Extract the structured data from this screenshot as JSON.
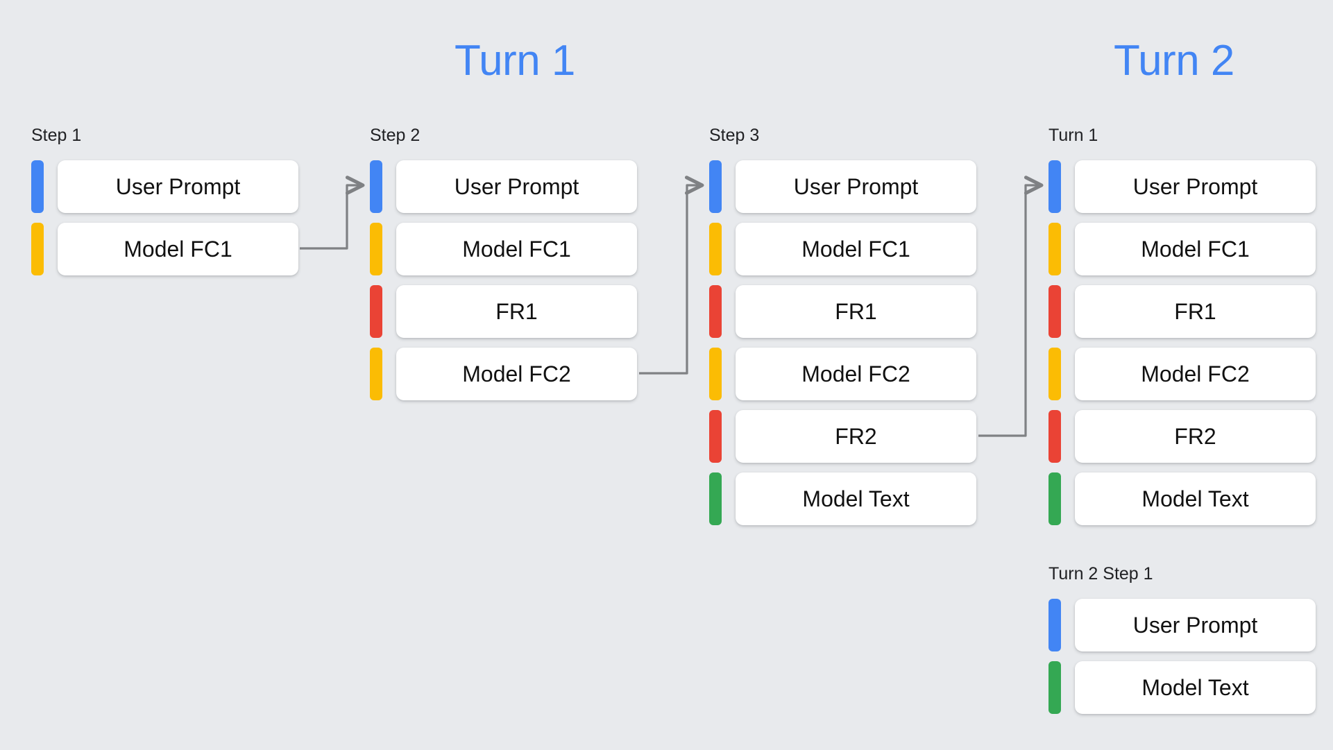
{
  "background_color": "#E8EAED",
  "palette": {
    "blue": "#4285F4",
    "yellow": "#FBBC04",
    "red": "#EA4335",
    "green": "#34A853",
    "card": "#FFFFFF",
    "connector": "#7F8184"
  },
  "titles": {
    "turn1": "Turn 1",
    "turn2": "Turn 2"
  },
  "columns": [
    {
      "id": "step1",
      "label": "Step 1",
      "rows": [
        {
          "color": "blue",
          "label": "User Prompt"
        },
        {
          "color": "yellow",
          "label": "Model FC1"
        }
      ]
    },
    {
      "id": "step2",
      "label": "Step 2",
      "rows": [
        {
          "color": "blue",
          "label": "User Prompt"
        },
        {
          "color": "yellow",
          "label": "Model FC1"
        },
        {
          "color": "red",
          "label": "FR1"
        },
        {
          "color": "yellow",
          "label": "Model FC2"
        }
      ]
    },
    {
      "id": "step3",
      "label": "Step 3",
      "rows": [
        {
          "color": "blue",
          "label": "User Prompt"
        },
        {
          "color": "yellow",
          "label": "Model FC1"
        },
        {
          "color": "red",
          "label": "FR1"
        },
        {
          "color": "yellow",
          "label": "Model FC2"
        },
        {
          "color": "red",
          "label": "FR2"
        },
        {
          "color": "green",
          "label": "Model Text"
        }
      ]
    },
    {
      "id": "turn2-turn1",
      "label": "Turn 1",
      "rows": [
        {
          "color": "blue",
          "label": "User Prompt"
        },
        {
          "color": "yellow",
          "label": "Model FC1"
        },
        {
          "color": "red",
          "label": "FR1"
        },
        {
          "color": "yellow",
          "label": "Model FC2"
        },
        {
          "color": "red",
          "label": "FR2"
        },
        {
          "color": "green",
          "label": "Model Text"
        }
      ]
    },
    {
      "id": "turn2-step1",
      "label": "Turn 2 Step 1",
      "rows": [
        {
          "color": "blue",
          "label": "User Prompt"
        },
        {
          "color": "green",
          "label": "Model Text"
        }
      ]
    }
  ],
  "connectors": [
    {
      "id": "step1-to-step2",
      "from": "step1.Model FC1",
      "to": "step2.User Prompt"
    },
    {
      "id": "step2-to-step3",
      "from": "step2.Model FC2",
      "to": "step3.User Prompt"
    },
    {
      "id": "step3-to-turn2",
      "from": "step3.FR2",
      "to": "turn2-turn1.User Prompt"
    }
  ]
}
